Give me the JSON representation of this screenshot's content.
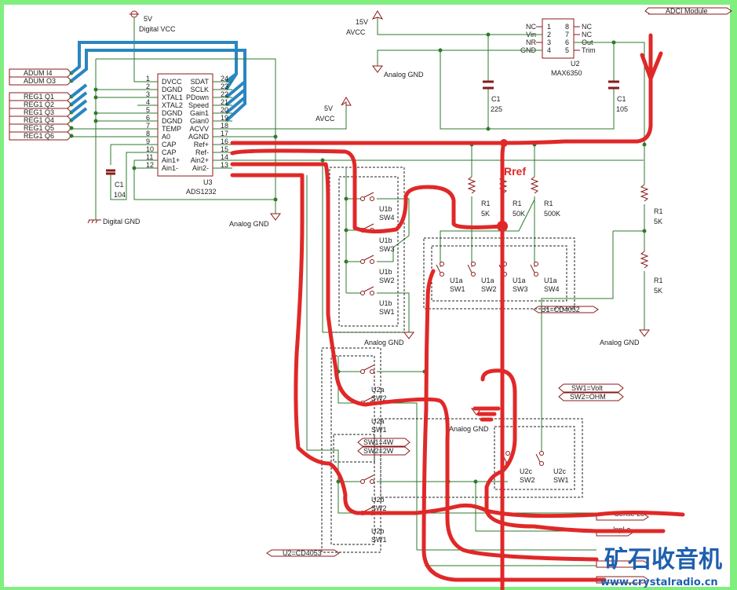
{
  "module_label": "ADCI Module",
  "u3": {
    "ref": "U3",
    "part": "ADS1232",
    "left_pins": [
      {
        "num": "1",
        "name": "DVCC"
      },
      {
        "num": "2",
        "name": "DGND"
      },
      {
        "num": "3",
        "name": "XTAL1"
      },
      {
        "num": "4",
        "name": "XTAL2"
      },
      {
        "num": "5",
        "name": "DGND"
      },
      {
        "num": "6",
        "name": "DGND"
      },
      {
        "num": "7",
        "name": "TEMP"
      },
      {
        "num": "8",
        "name": "A0"
      },
      {
        "num": "9",
        "name": "CAP"
      },
      {
        "num": "10",
        "name": "CAP"
      },
      {
        "num": "11",
        "name": "Ain1+"
      },
      {
        "num": "12",
        "name": "Ain1-"
      }
    ],
    "right_pins": [
      {
        "num": "24",
        "name": "SDAT"
      },
      {
        "num": "23",
        "name": "SCLK"
      },
      {
        "num": "22",
        "name": "PDown"
      },
      {
        "num": "21",
        "name": "Speed"
      },
      {
        "num": "20",
        "name": "Gain1"
      },
      {
        "num": "19",
        "name": "Gian0"
      },
      {
        "num": "18",
        "name": "ACVV"
      },
      {
        "num": "17",
        "name": "AGND"
      },
      {
        "num": "16",
        "name": "Ref+"
      },
      {
        "num": "15",
        "name": "Ref-"
      },
      {
        "num": "14",
        "name": "Ain2+"
      },
      {
        "num": "13",
        "name": "Ain2-"
      }
    ]
  },
  "u2": {
    "ref": "U2",
    "part": "MAX6350",
    "left_pins": [
      {
        "num": "1",
        "name": "NC"
      },
      {
        "num": "2",
        "name": "Vin"
      },
      {
        "num": "3",
        "name": "NR"
      },
      {
        "num": "4",
        "name": "GND"
      }
    ],
    "right_pins": [
      {
        "num": "8",
        "name": "NC"
      },
      {
        "num": "7",
        "name": "NC"
      },
      {
        "num": "6",
        "name": "Out"
      },
      {
        "num": "5",
        "name": "Trim"
      }
    ]
  },
  "net_labels": [
    "ADUM I4",
    "ADUM O3",
    "REG1 Q1",
    "REG1 Q2",
    "REG1 Q3",
    "REG1 Q4",
    "REG1 Q5",
    "REG1 Q6"
  ],
  "power": {
    "dvcc_v": "5V",
    "dvcc": "Digital VCC",
    "avcc15_v": "15V",
    "avcc15": "AVCC",
    "avcc5_v": "5V",
    "avcc5": "AVCC",
    "dgnd": "Digital GND",
    "agnd": "Analog GND"
  },
  "caps": [
    {
      "ref": "C1",
      "value": "104"
    },
    {
      "ref": "C1",
      "value": "225"
    },
    {
      "ref": "C1",
      "value": "105"
    }
  ],
  "resistors": [
    {
      "ref": "R1",
      "value": "5K"
    },
    {
      "ref": "R1",
      "value": "50K"
    },
    {
      "ref": "R1",
      "value": "500K"
    },
    {
      "ref": "R1",
      "value": "5K"
    },
    {
      "ref": "R1",
      "value": "5K"
    }
  ],
  "switches": {
    "u1b": [
      {
        "unit": "U1b",
        "sw": "SW4"
      },
      {
        "unit": "U1b",
        "sw": "SW3"
      },
      {
        "unit": "U1b",
        "sw": "SW2"
      },
      {
        "unit": "U1b",
        "sw": "SW1"
      }
    ],
    "u1a": [
      {
        "unit": "U1a",
        "sw": "SW1"
      },
      {
        "unit": "U1a",
        "sw": "SW2"
      },
      {
        "unit": "U1a",
        "sw": "SW3"
      },
      {
        "unit": "U1a",
        "sw": "SW4"
      }
    ],
    "u2a": [
      {
        "unit": "U2a",
        "sw": "SW2"
      },
      {
        "unit": "U2a",
        "sw": "SW1"
      }
    ],
    "u2b": [
      {
        "unit": "U2b",
        "sw": "SW2"
      },
      {
        "unit": "U2b",
        "sw": "SW1"
      }
    ],
    "u2c": [
      {
        "unit": "U2c",
        "sw": "SW2"
      },
      {
        "unit": "U2c",
        "sw": "SW1"
      }
    ]
  },
  "notes": {
    "u1": "U1=CD4052",
    "u2": "U2=CD4053",
    "volt": "SW1=Volt",
    "ohm": "SW2=OHM",
    "w4": "SW1=4W",
    "w2": "SW2=2W"
  },
  "outputs": [
    "Sense Lo",
    "InpLo"
  ],
  "annotation": "Rref",
  "watermark": {
    "cn": "矿石收音机",
    "url": "www.crystalradio.cn"
  },
  "colors": {
    "border": "#80ef80",
    "wire": "#2e7a2e",
    "bus": "#2a86c0",
    "markup": "#e02828",
    "component": "#8b1a1a"
  }
}
